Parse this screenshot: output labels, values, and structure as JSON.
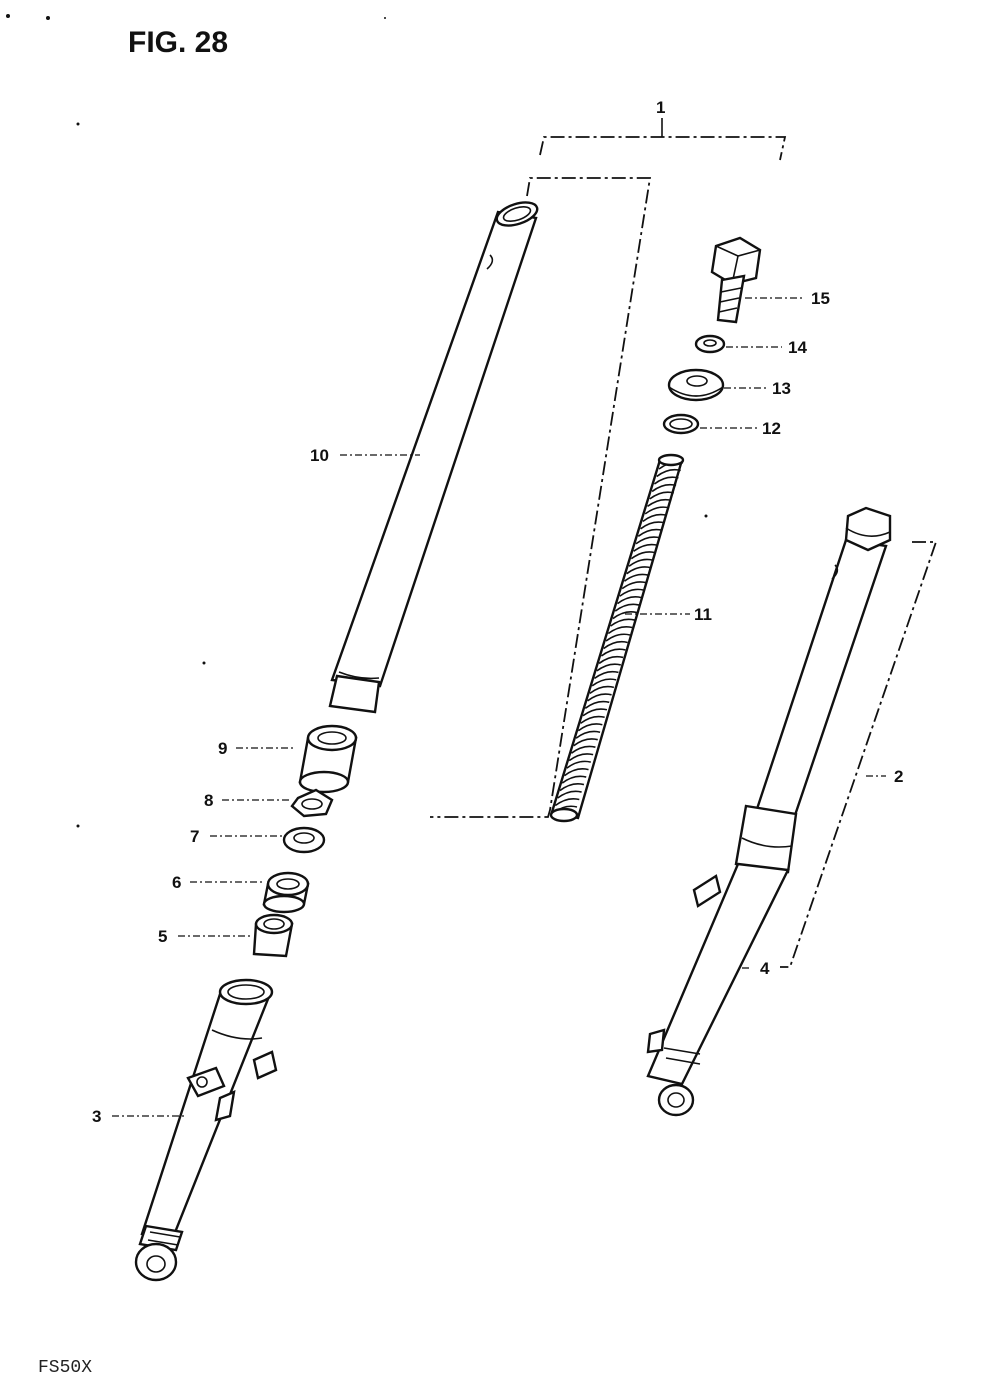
{
  "figure_label": "FIG. 28",
  "model_code": "FS50X",
  "callouts": {
    "p1": "1",
    "p2": "2",
    "p3": "3",
    "p4": "4",
    "p5": "5",
    "p6": "6",
    "p7": "7",
    "p8": "8",
    "p9": "9",
    "p10": "10",
    "p11": "11",
    "p12": "12",
    "p13": "13",
    "p14": "14",
    "p15": "15"
  }
}
